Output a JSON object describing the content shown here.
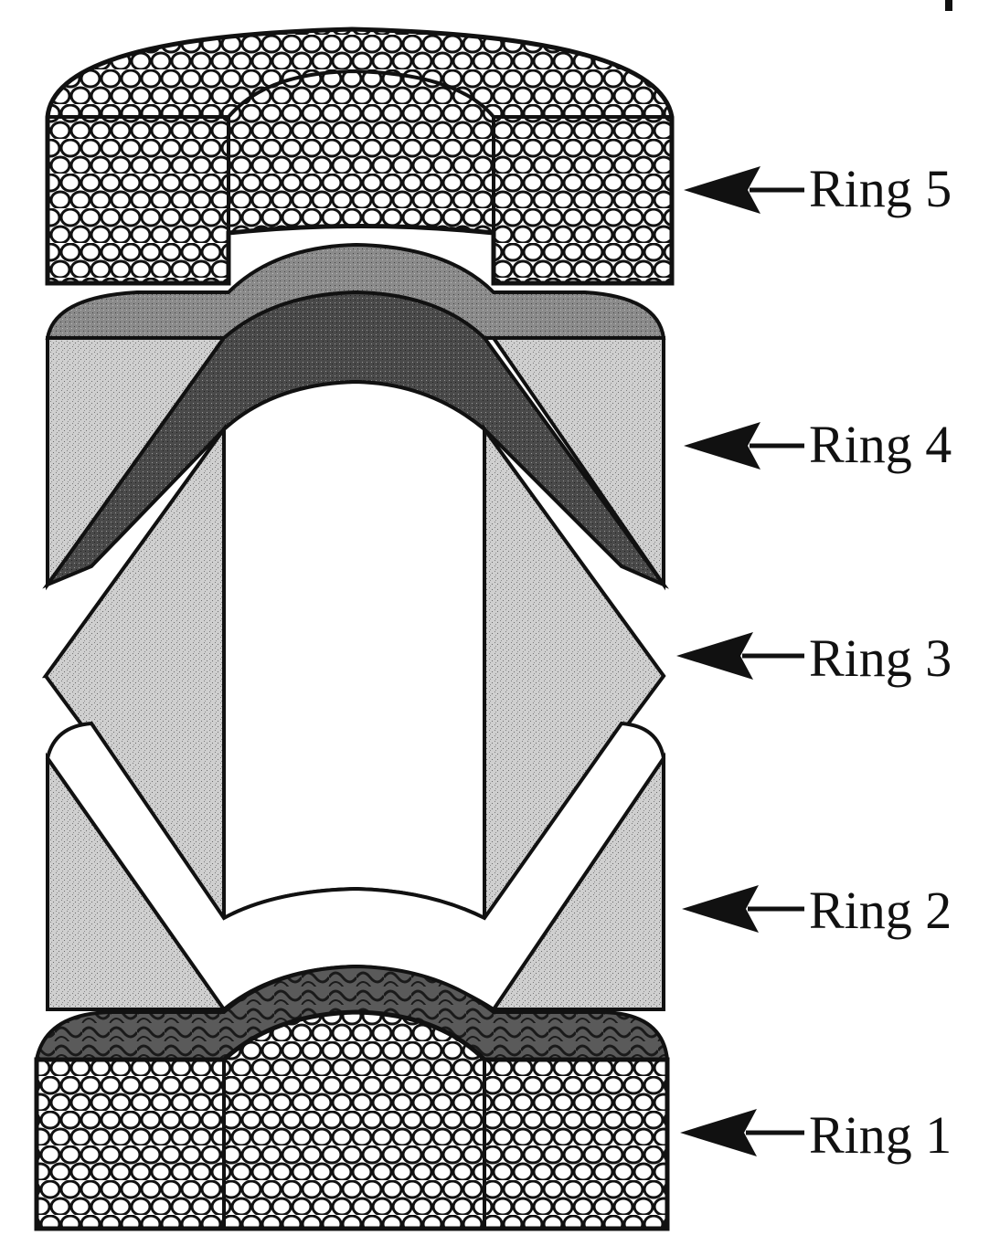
{
  "diagram": {
    "rings": [
      {
        "id": "ring5",
        "label": "Ring 5"
      },
      {
        "id": "ring4",
        "label": "Ring 4"
      },
      {
        "id": "ring3",
        "label": "Ring 3"
      },
      {
        "id": "ring2",
        "label": "Ring 2"
      },
      {
        "id": "ring1",
        "label": "Ring 1"
      }
    ],
    "colors": {
      "ink": "#111111",
      "light_fill": "#c9c9c9",
      "mid_fill": "#8e8e8e",
      "dark_fill": "#3a3a3a",
      "paper": "#ffffff"
    }
  }
}
